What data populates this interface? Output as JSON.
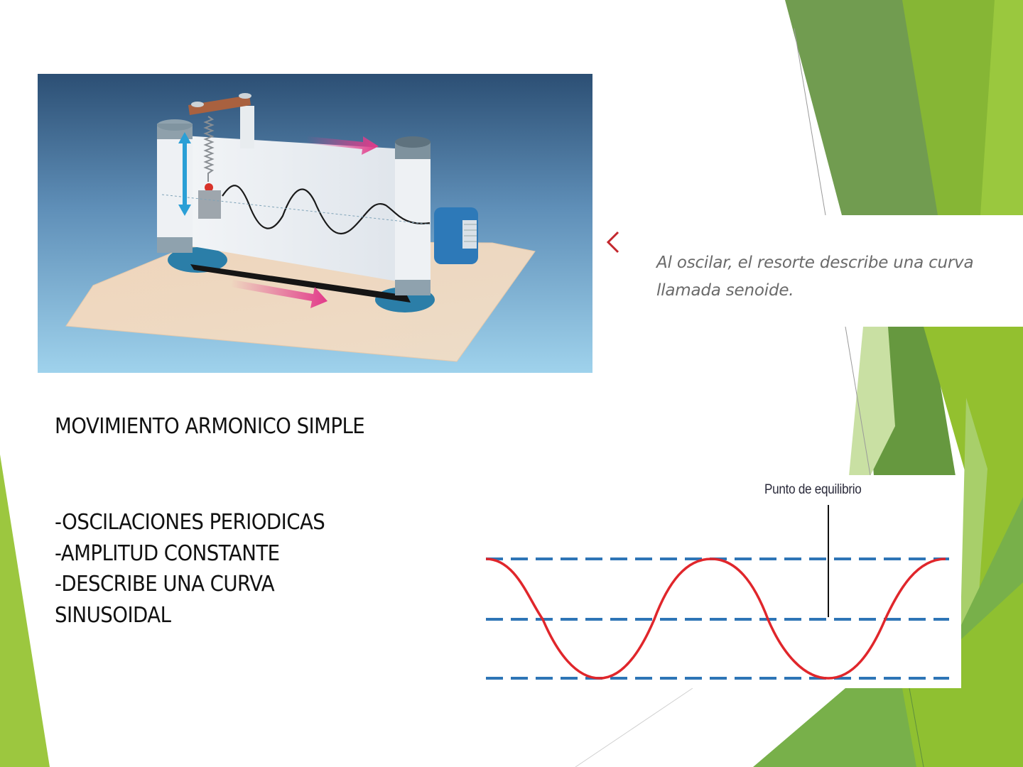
{
  "slide": {
    "title": "MOVIMIENTO ARMONICO SIMPLE",
    "bullets": [
      "-OSCILACIONES PERIODICAS",
      "-AMPLITUD CONSTANTE",
      "-DESCRIBE UNA CURVA",
      "SINUSOIDAL"
    ]
  },
  "illustration": {
    "description": "Spring-mass oscillator drawing a sine curve on a moving paper strip",
    "icons": [
      "double-arrow-vertical-icon",
      "arrow-right-icon",
      "arrow-right-icon"
    ]
  },
  "caption": {
    "text": "Al oscilar, el resorte describe una curva llamada senoide.",
    "line1": "Al oscilar, el resorte describe una curva",
    "line2": "llamada senoide.",
    "icon": "arrow-left-icon"
  },
  "diagram": {
    "label": "Punto de equilibrio",
    "curve_color": "#e0262b",
    "line_color": "#2e75b6"
  },
  "theme": {
    "green_dark": "#6a9a48",
    "green_mid": "#7cb342",
    "green_light": "#9cc73f",
    "green_pale": "#c9e0a3",
    "accent_pink": "#e23b8a",
    "accent_blue": "#2a9fd6"
  }
}
